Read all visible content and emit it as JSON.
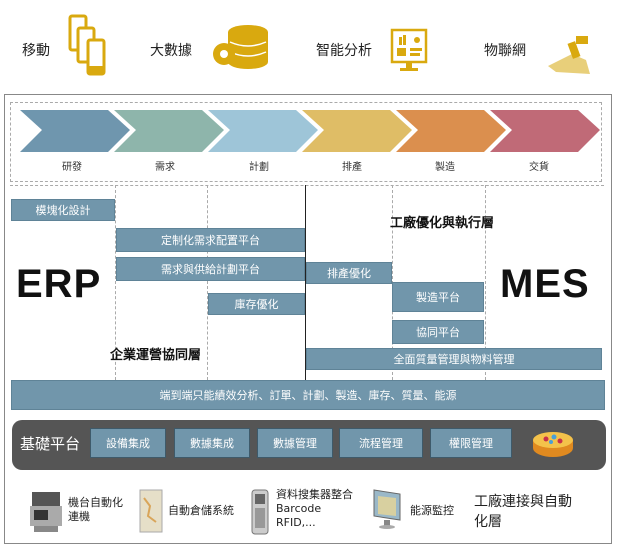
{
  "top_row": {
    "items": [
      {
        "label": "移動",
        "icon": "mobile-phones-icon"
      },
      {
        "label": "大數據",
        "icon": "database-gear-icon"
      },
      {
        "label": "智能分析",
        "icon": "monitor-chart-icon"
      },
      {
        "label": "物聯網",
        "icon": "robot-arm-icon"
      }
    ],
    "accent": "#d9a90f"
  },
  "process_chain": {
    "steps": [
      {
        "label": "研發",
        "color": "#6f96ae"
      },
      {
        "label": "需求",
        "color": "#8eb5ab"
      },
      {
        "label": "計劃",
        "color": "#9ec5d8"
      },
      {
        "label": "排產",
        "color": "#dfbd66"
      },
      {
        "label": "製造",
        "color": "#db8f4e"
      },
      {
        "label": "交貨",
        "color": "#c06a77"
      }
    ]
  },
  "erp": {
    "title": "ERP",
    "layer_title": "企業運營協同層",
    "bars": [
      "模塊化設計",
      "定制化需求配置平台",
      "需求與供給計劃平台",
      "庫存優化"
    ]
  },
  "mes": {
    "title": "MES",
    "layer_title": "工廠優化與執行層",
    "bars": [
      "排產優化",
      "製造平台",
      "協同平台",
      "全面質量管理與物料管理"
    ]
  },
  "analytics_bar": "端到端只能績效分析、訂單、計劃、製造、庫存、質量、能源",
  "base_platform": {
    "title": "基礎平台",
    "buttons": [
      "設備集成",
      "數據集成",
      "數據管理",
      "流程管理",
      "權限管理"
    ],
    "icon": "platform-disc-icon"
  },
  "automation_layer": {
    "items": [
      {
        "label_line1": "機台自動化",
        "label_line2": "連機",
        "icon": "machine-icon"
      },
      {
        "label_line1": "自動倉儲系統",
        "icon": "warehouse-map-icon"
      },
      {
        "label_line1": "資料搜集器整合",
        "label_line2": "Barcode",
        "label_line3": "RFID,...",
        "icon": "handheld-scanner-icon"
      },
      {
        "label_line1": "能源監控",
        "icon": "energy-monitor-icon"
      }
    ],
    "title_line1": "工廠連接與自動",
    "title_line2": "化層"
  }
}
